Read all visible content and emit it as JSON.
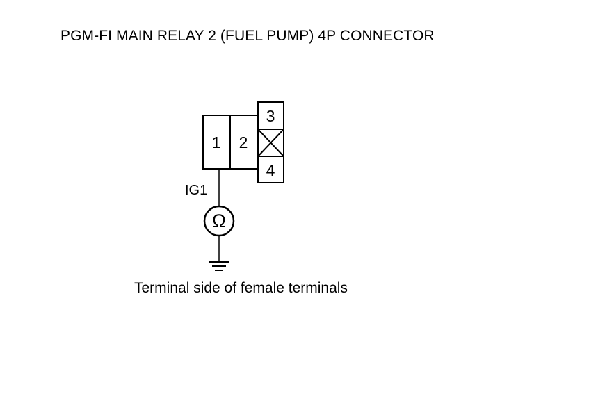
{
  "title": "PGM-FI MAIN RELAY 2 (FUEL PUMP) 4P CONNECTOR",
  "connector": {
    "terminals": [
      "1",
      "2",
      "3",
      "4"
    ],
    "wire_label": "IG1",
    "meter_symbol": "Ω"
  },
  "caption": "Terminal side of female terminals"
}
